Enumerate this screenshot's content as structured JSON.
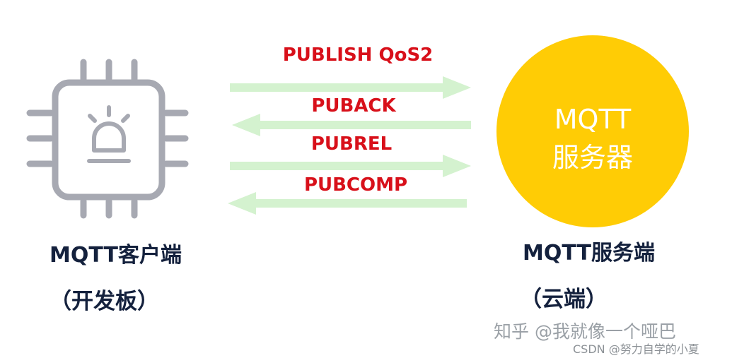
{
  "messages": [
    {
      "label": "PUBLISH QoS2",
      "direction": "right"
    },
    {
      "label": "PUBACK",
      "direction": "left"
    },
    {
      "label": "PUBREL",
      "direction": "right"
    },
    {
      "label": "PUBCOMP",
      "direction": "left"
    }
  ],
  "client": {
    "name": "MQTT客户端",
    "note": "（开发板）"
  },
  "server": {
    "line1": "MQTT",
    "line2": "服务器",
    "name": "MQTT服务端",
    "note": "（云端）"
  },
  "watermarks": {
    "zhihu": "知乎 @我就像一个哑巴",
    "csdn": "CSDN @努力自学的小夏"
  },
  "colors": {
    "arrow": "#d4f2cf",
    "message": "#d8101a",
    "chip": "#a7a9b2",
    "server": "#ffcc05",
    "text": "#14213d"
  }
}
